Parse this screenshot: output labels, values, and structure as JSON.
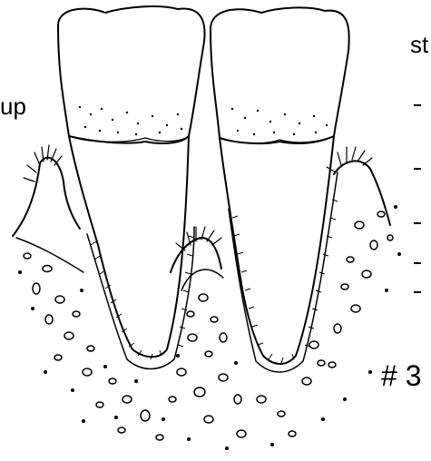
{
  "labels": {
    "left_fragment": "up",
    "right_fragment": "st",
    "figure_number": "# 3"
  },
  "colors": {
    "line": "#000000",
    "background": "#ffffff"
  },
  "parts": [
    "tooth-crown",
    "tooth-root",
    "gingiva",
    "alveolar-bone",
    "periodontal-ligament"
  ]
}
